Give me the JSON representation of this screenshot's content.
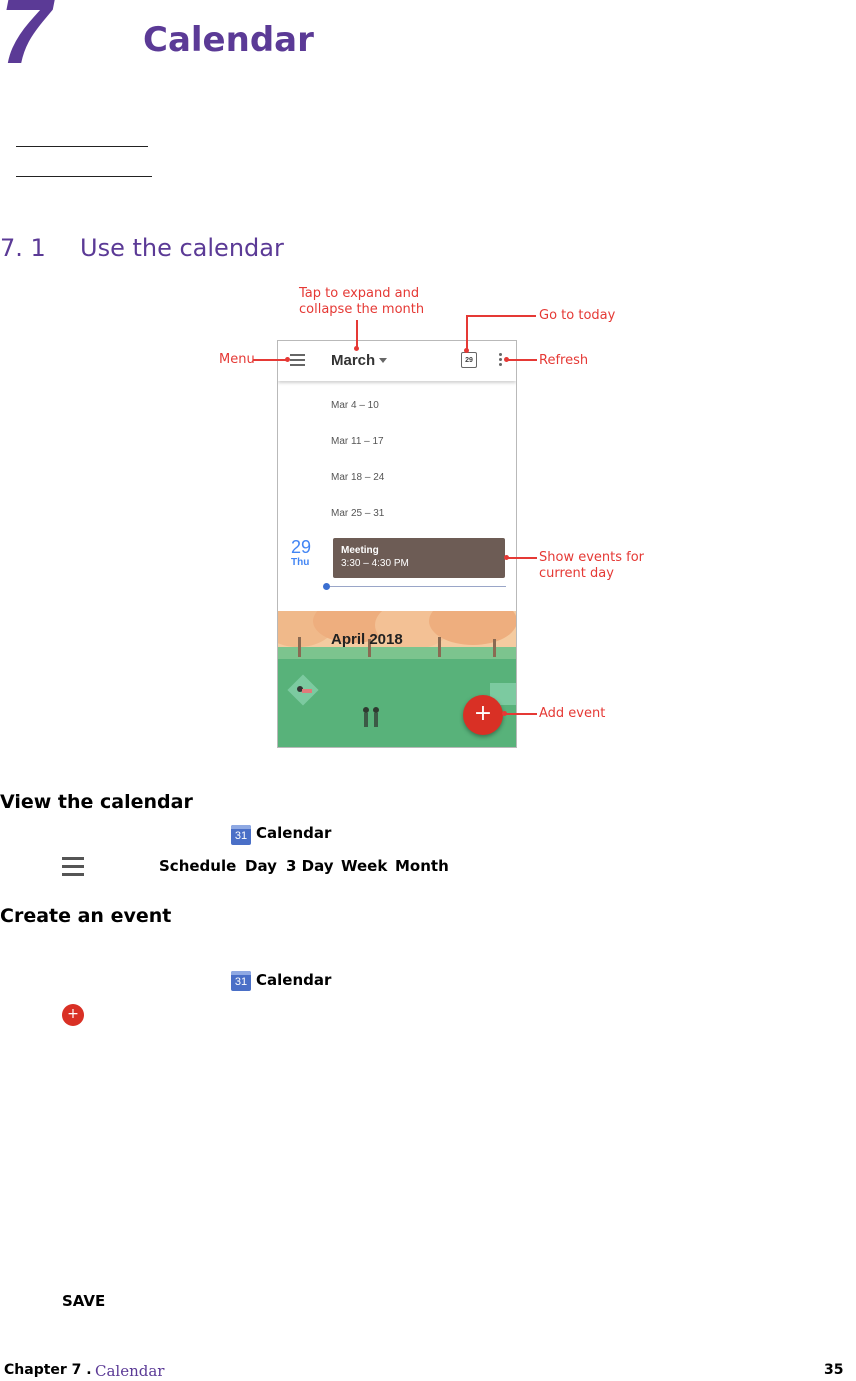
{
  "chapter": {
    "number": "7",
    "title": "Calendar"
  },
  "section": {
    "number": "7. 1",
    "title": "Use the calendar"
  },
  "callouts": {
    "expand_collapse": [
      "Tap to expand and",
      "collapse the month"
    ],
    "go_to_today": "Go to today",
    "menu": "Menu",
    "refresh": "Refresh",
    "show_events": [
      "Show events for",
      "current day"
    ],
    "add_event": "Add event"
  },
  "phone": {
    "month": "March",
    "today_icon": "29",
    "weeks": [
      "Mar 4 – 10",
      "Mar 11 – 17",
      "Mar 18 – 24",
      "Mar 25 – 31"
    ],
    "day_number": "29",
    "day_name": "Thu",
    "event_title": "Meeting",
    "event_time": "3:30 – 4:30 PM",
    "banner_month": "April 2018",
    "fab_symbol": "+"
  },
  "view_calendar": {
    "heading": "View the calendar",
    "app_icon_number": "31",
    "app_name": "Calendar",
    "views": [
      "Schedule",
      "Day",
      "3 Day",
      "Week",
      "Month"
    ]
  },
  "create_event": {
    "heading": "Create an event",
    "app_icon_number": "31",
    "app_name": "Calendar",
    "plus_symbol": "+",
    "save_label": "SAVE"
  },
  "footer": {
    "chapter": "Chapter 7 .",
    "title": "Calendar",
    "page": "35"
  },
  "colors": {
    "accent": "#5b3a96",
    "callout": "#e53935",
    "fab": "#d93025",
    "event": "#6d5c55",
    "today": "#4285f4"
  }
}
